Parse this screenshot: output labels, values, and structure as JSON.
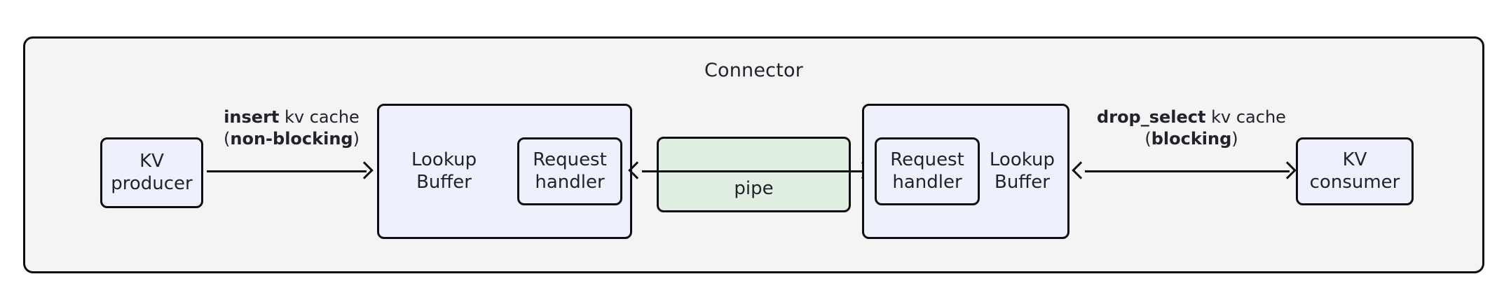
{
  "diagram": {
    "title": "Connector",
    "colors": {
      "frame_fill": "#f4f4f4",
      "frame_stroke": "#0d0d12",
      "node_blue_fill": "#eef1fb",
      "node_green_fill": "#e1efe3",
      "text": "#21232b",
      "arrow": "#101014"
    },
    "nodes": {
      "kv_producer": "KV\nproducer",
      "lookup_buffer_left": "Lookup\nBuffer",
      "request_handler_left": "Request\nhandler",
      "pipe": "pipe",
      "request_handler_right": "Request\nhandler",
      "lookup_buffer_right": "Lookup\nBuffer",
      "kv_consumer": "KV\nconsumer"
    },
    "edges": {
      "insert": {
        "line1_bold": "insert",
        "line1_rest": " kv cache",
        "line2_open": "(",
        "line2_bold": "non-blocking",
        "line2_close": ")",
        "direction": "right"
      },
      "drop_select": {
        "line1_bold": "drop_select",
        "line1_rest": " kv cache",
        "line2_open": "(",
        "line2_bold": "blocking",
        "line2_close": ")",
        "direction": "bidirectional"
      },
      "pipe_edge": {
        "direction": "bidirectional"
      }
    }
  }
}
